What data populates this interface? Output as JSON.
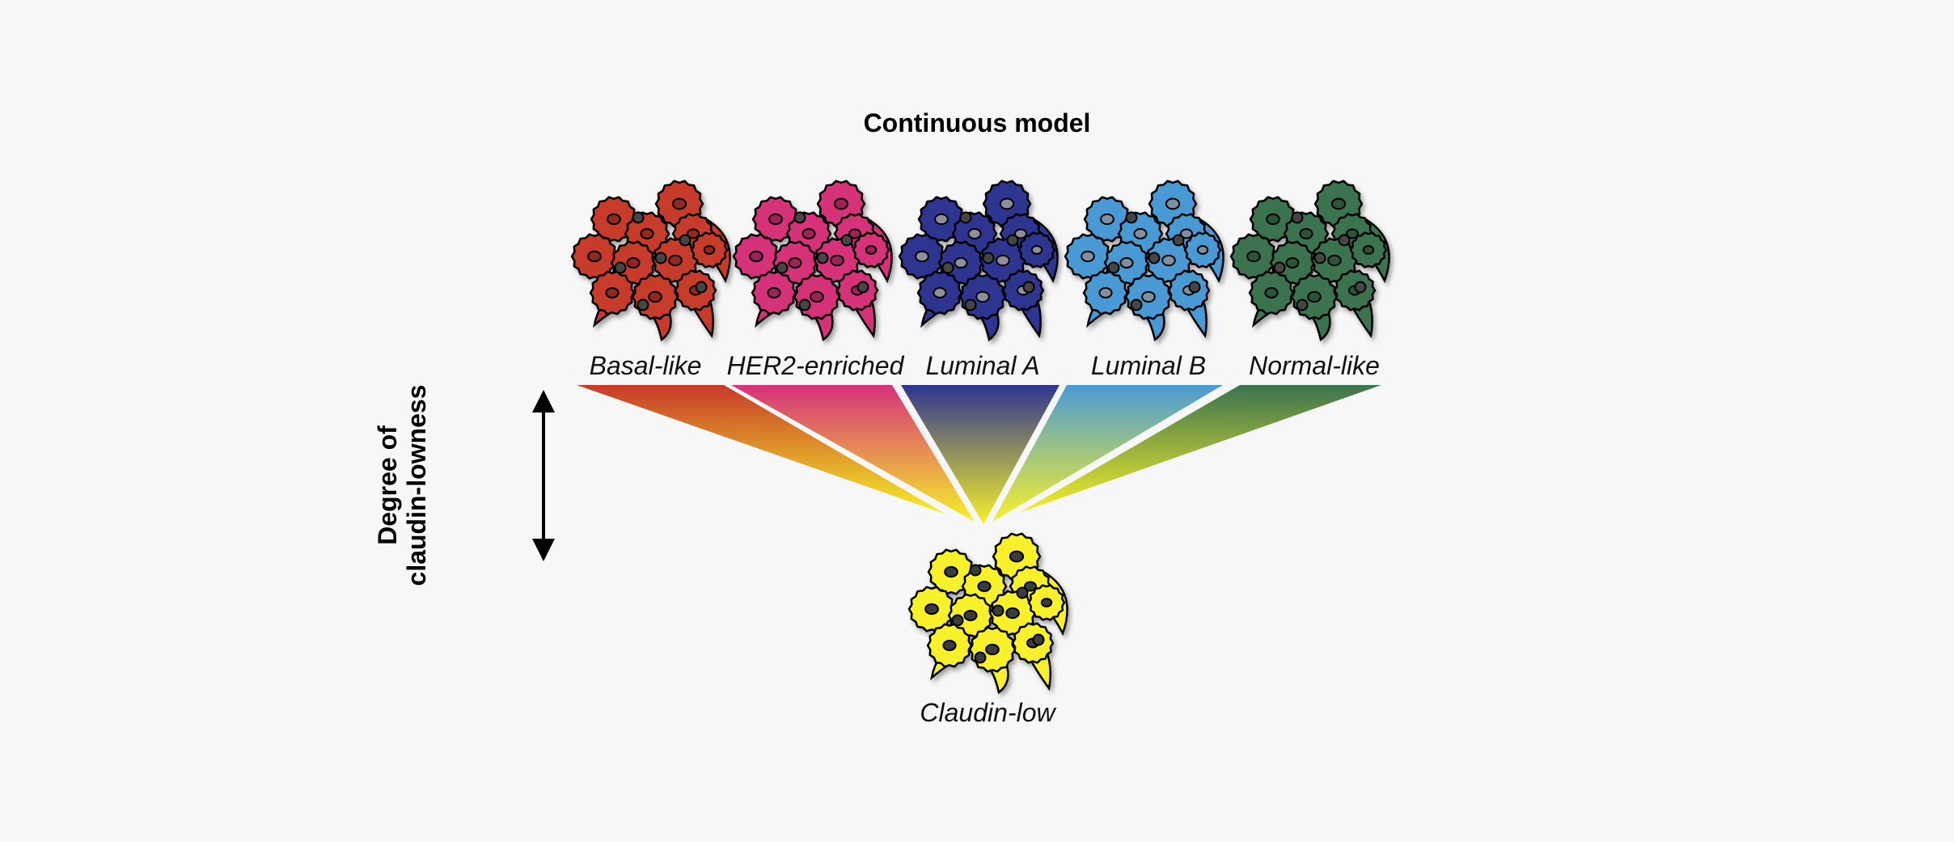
{
  "title": "Continuous model",
  "axis": {
    "line1": "Degree of",
    "line2": "claudin-lowness"
  },
  "subtypes": [
    {
      "name": "Basal-like",
      "color": "#c73a2a",
      "nucleus": "#8f2a20"
    },
    {
      "name": "HER2-enriched",
      "color": "#d6327a",
      "nucleus": "#9c2358"
    },
    {
      "name": "Luminal A",
      "color": "#2e3590",
      "nucleus": "#8e8e9a"
    },
    {
      "name": "Luminal B",
      "color": "#4a9ad4",
      "nucleus": "#7f8fa0"
    },
    {
      "name": "Normal-like",
      "color": "#3b7350",
      "nucleus": "#2a5239"
    }
  ],
  "target": {
    "name": "Claudin-low",
    "color": "#f7f02a",
    "nucleus": "#3a3a3a"
  },
  "colors": {
    "fan_tip": "#f7f02a",
    "background": "#f7f7f7"
  }
}
